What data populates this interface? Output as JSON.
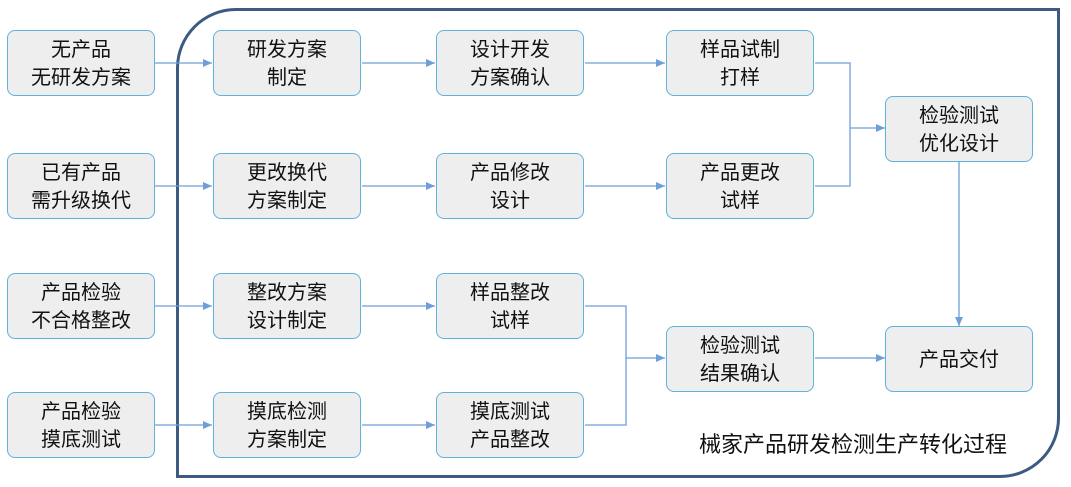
{
  "caption": "械家产品研发检测生产转化过程",
  "colors": {
    "box_fill": "#eeeeee",
    "box_border": "#5fb2dc",
    "frame": "#3d5a80",
    "arrow": "#6f9fd8",
    "text": "#111111"
  },
  "nodes": {
    "no_product": [
      "无产品",
      "无研发方案"
    ],
    "rd_plan": [
      "研发方案",
      "制定"
    ],
    "design_confirm": [
      "设计开发",
      "方案确认"
    ],
    "sample_trial": [
      "样品试制",
      "打样"
    ],
    "existing_product": [
      "已有产品",
      "需升级换代"
    ],
    "change_plan": [
      "更改换代",
      "方案制定"
    ],
    "product_modify": [
      "产品修改",
      "设计"
    ],
    "product_change_sample": [
      "产品更改",
      "试样"
    ],
    "test_optimize": [
      "检验测试",
      "优化设计"
    ],
    "inspection_fail": [
      "产品检验",
      "不合格整改"
    ],
    "rectify_plan": [
      "整改方案",
      "设计制定"
    ],
    "sample_rectify": [
      "样品整改",
      "试样"
    ],
    "test_result": [
      "检验测试",
      "结果确认"
    ],
    "delivery": [
      "产品交付"
    ],
    "inspection_probe": [
      "产品检验",
      "摸底测试"
    ],
    "probe_plan": [
      "摸底检测",
      "方案制定"
    ],
    "probe_rectify": [
      "摸底测试",
      "产品整改"
    ]
  }
}
